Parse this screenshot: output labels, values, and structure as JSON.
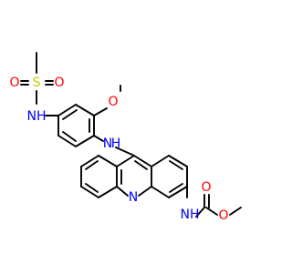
{
  "molecule": {
    "atoms": {
      "s": "S",
      "o_sulfonyl_left": "O",
      "o_sulfonyl_right": "O",
      "nh_sulfonamide": "NH",
      "o_methoxy": "O",
      "nh_amine_n": "N",
      "nh_amine_h": "H",
      "n_acridine": "N",
      "nh_carbamate": "NH",
      "o_carbonyl": "O",
      "o_ester": "O"
    },
    "colors": {
      "bond": "#000000",
      "oxygen": "#ff0000",
      "nitrogen": "#0000ff",
      "sulfur": "#cccc00"
    }
  }
}
